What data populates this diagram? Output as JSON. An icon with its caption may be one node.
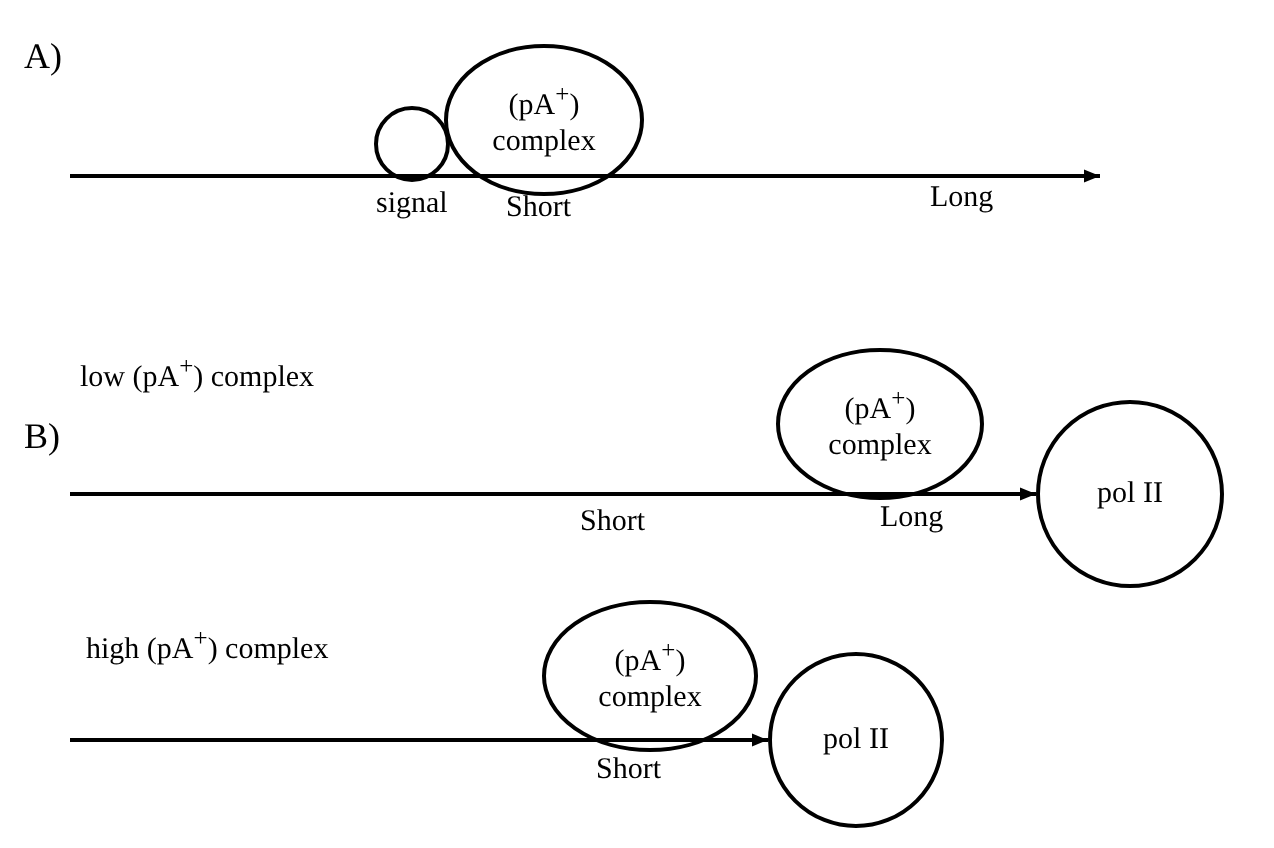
{
  "diagram": {
    "nodes": [
      {
        "text": [
          "(pA$^{+}$) complex"
        ]
      },
      {
        "text": [],
        "shape": "circle",
        "beside": [
          "signal"
        ]
      },
      {
        "text": [
          "(pA$^{+}$) complex"
        ]
      },
      {
        "text": [
          "pol II"
        ]
      },
      {
        "text": [
          "(pA$^{+}$) complex"
        ]
      },
      {
        "text": [
          "pol II"
        ]
      }
    ],
    "edges": [
      {
        "from": null,
        "to": 3,
        "arrow": "to"
      },
      {
        "from": null,
        "to": 5,
        "arrow": "to"
      }
    ],
    "labels": [
      "A)",
      "Short",
      "Long",
      "low (pA$^{+}$) complex",
      "B)",
      "Short",
      "Long",
      "high (pA$^{+}$) complex",
      "Short"
    ]
  }
}
